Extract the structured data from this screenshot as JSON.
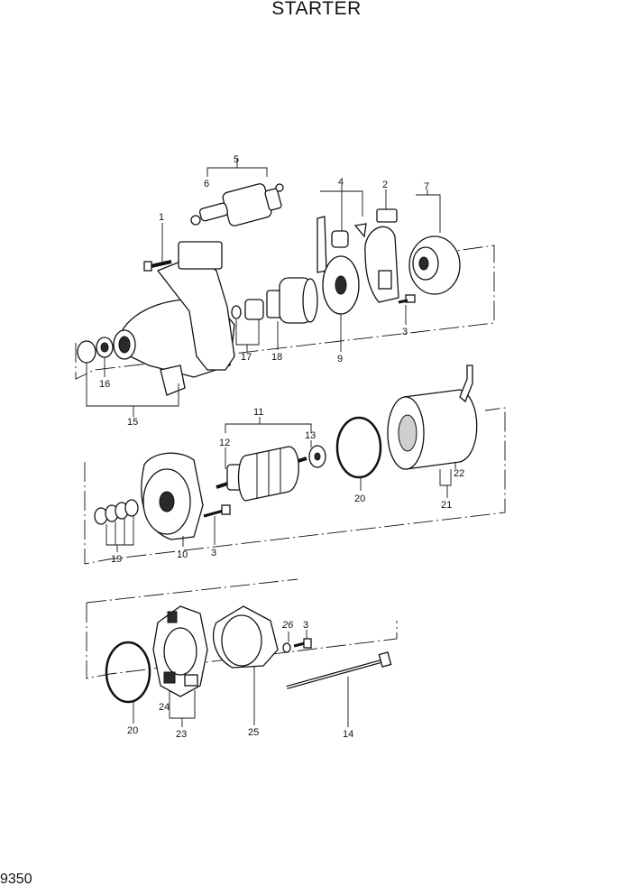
{
  "header": {
    "title": "STARTER"
  },
  "footer": {
    "page_number": "9350"
  },
  "callouts": {
    "c1": "1",
    "c2": "2",
    "c3a": "3",
    "c3b": "3",
    "c3c": "3",
    "c4": "4",
    "c5": "5",
    "c6": "6",
    "c7": "7",
    "c9": "9",
    "c10": "10",
    "c11": "11",
    "c12": "12",
    "c13": "13",
    "c14": "14",
    "c15": "15",
    "c16": "16",
    "c17": "17",
    "c18": "18",
    "c19": "19",
    "c20a": "20",
    "c20b": "20",
    "c21": "21",
    "c22": "22",
    "c23": "23",
    "c24": "24",
    "c25": "25",
    "c26": "26"
  }
}
